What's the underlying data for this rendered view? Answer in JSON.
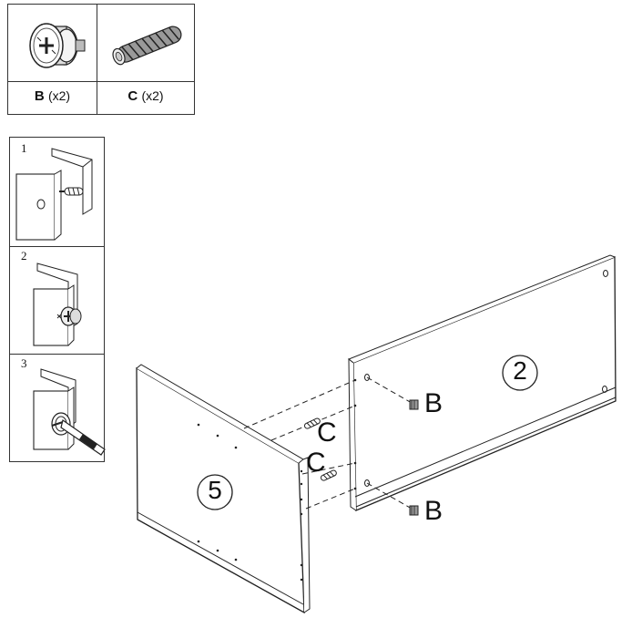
{
  "parts": [
    {
      "id": "B",
      "qty": "(x2)",
      "icon": "cam-lock-icon"
    },
    {
      "id": "C",
      "qty": "(x2)",
      "icon": "wooden-dowel-icon"
    }
  ],
  "steps": [
    {
      "number": "1"
    },
    {
      "number": "2"
    },
    {
      "number": "3"
    }
  ],
  "assembly": {
    "panel_left": "5",
    "panel_right": "2",
    "callout_c_top": "C",
    "callout_c_bottom": "C",
    "callout_b_top": "B",
    "callout_b_bottom": "B"
  }
}
